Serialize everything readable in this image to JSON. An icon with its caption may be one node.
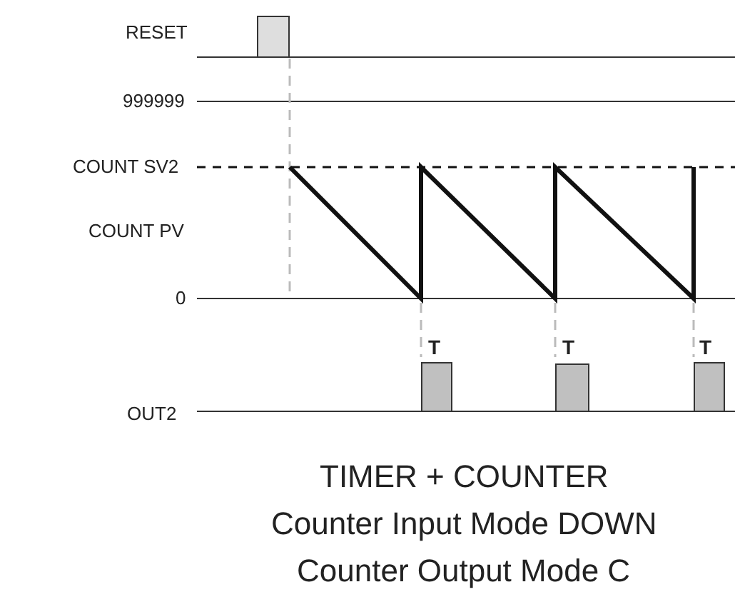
{
  "diagram": {
    "labels": [
      "RESET",
      "999999",
      "COUNT SV2",
      "COUNT PV",
      "0",
      "OUT2",
      "T",
      "T",
      "T",
      "TIMER + COUNTER",
      "Counter Input Mode DOWN",
      "Counter Output Mode C"
    ]
  }
}
